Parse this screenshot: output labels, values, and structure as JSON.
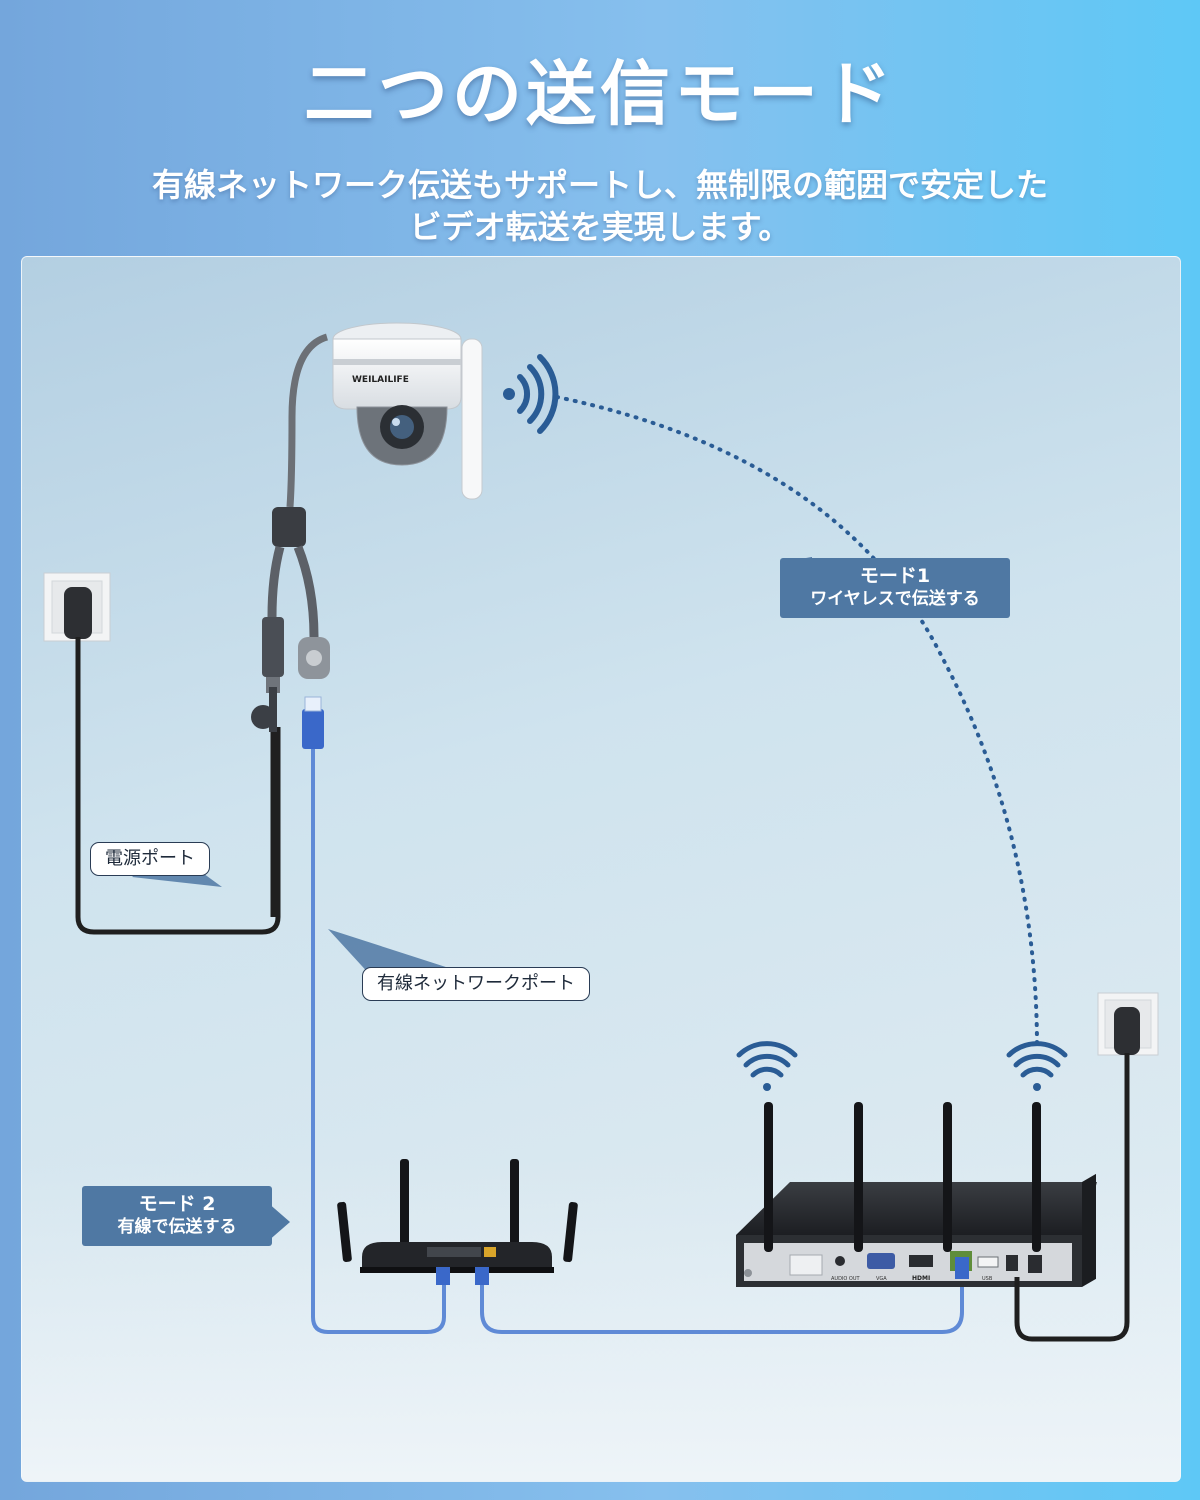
{
  "header": {
    "title": "二つの送信モード",
    "subtitle_line1": "有線ネットワーク伝送もサポートし、無制限の範囲で安定した",
    "subtitle_line2": "ビデオ転送を実現します。"
  },
  "camera": {
    "brand": "WEILAILIFE"
  },
  "mode1": {
    "title": "モード1",
    "description": "ワイヤレスで伝送する"
  },
  "mode2": {
    "title": "モード 2",
    "description": "有線で伝送する"
  },
  "labels": {
    "power_port": "電源ポート",
    "wired_port": "有線ネットワークポート"
  },
  "nvr_ports": {
    "audio_out": "AUDIO OUT",
    "vga": "VGA",
    "hdmi": "HDMI",
    "usb": "USB"
  },
  "colors": {
    "accent": "#4f78a3",
    "wifi": "#2a5c95",
    "lan_cable": "#5f8ad6",
    "dark_cable": "#1f1f1f"
  }
}
